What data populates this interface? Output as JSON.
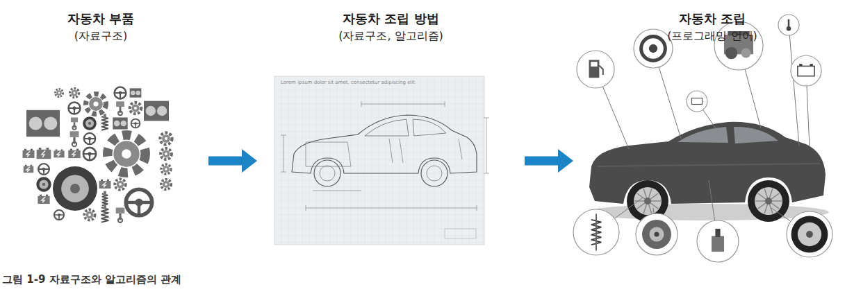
{
  "diagram": {
    "caption": "그림 1-9 자료구조와 알고리즘의 관계",
    "nodes": [
      {
        "text": [
          "자동차 부품",
          "(자료구조)"
        ]
      },
      {
        "text": [
          "자동차 조립 방법",
          "(자료구조, 알고리즘)"
        ]
      },
      {
        "text": [
          "자동차 조립",
          "(프로그래밍 언어)"
        ]
      }
    ],
    "edges": [
      {
        "from": 0,
        "to": 1,
        "arrow": "to"
      },
      {
        "from": 1,
        "to": 2,
        "arrow": "to"
      }
    ],
    "labels": [
      "Lorem ipsum dolor sit amet, consectetur adipiscing elit"
    ]
  }
}
